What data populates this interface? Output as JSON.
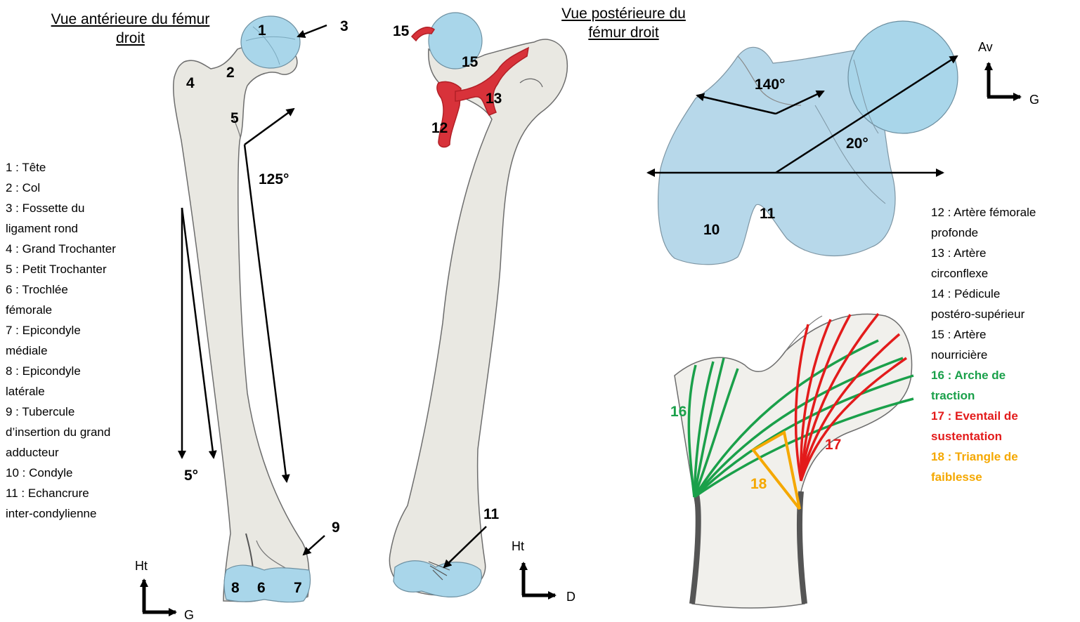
{
  "titles": {
    "anterior_line1": "Vue antérieure du fémur",
    "anterior_line2": "droit",
    "posterior_line1": "Vue postérieure du",
    "posterior_line2": "fémur droit"
  },
  "legend_left": [
    "1 : Tête",
    "2 : Col",
    "3 : Fossette du",
    "ligament rond",
    "4 : Grand Trochanter",
    "5 : Petit Trochanter",
    "6 : Trochlée",
    "fémorale",
    "7 : Epicondyle",
    "médiale",
    "8 : Epicondyle",
    "latérale",
    "9 : Tubercule",
    "d’insertion du grand",
    "adducteur",
    "10 : Condyle",
    "11 : Echancrure",
    "inter-condylienne"
  ],
  "legend_right": [
    {
      "text": "12 : Artère fémorale",
      "color": "#000000",
      "bold": false
    },
    {
      "text": "profonde",
      "color": "#000000",
      "bold": false
    },
    {
      "text": "13 : Artère",
      "color": "#000000",
      "bold": false
    },
    {
      "text": "circonflexe",
      "color": "#000000",
      "bold": false
    },
    {
      "text": "14 : Pédicule",
      "color": "#000000",
      "bold": false
    },
    {
      "text": "postéro-supérieur",
      "color": "#000000",
      "bold": false
    },
    {
      "text": "15 : Artère",
      "color": "#000000",
      "bold": false
    },
    {
      "text": "nourricière",
      "color": "#000000",
      "bold": false
    },
    {
      "text": "16 : Arche de",
      "color": "#1aa04a",
      "bold": true
    },
    {
      "text": "traction",
      "color": "#1aa04a",
      "bold": true
    },
    {
      "text": "17 : Eventail de",
      "color": "#e31b1b",
      "bold": true
    },
    {
      "text": "sustentation",
      "color": "#e31b1b",
      "bold": true
    },
    {
      "text": "18 : Triangle de",
      "color": "#f5a800",
      "bold": true
    },
    {
      "text": "faiblesse",
      "color": "#f5a800",
      "bold": true
    }
  ],
  "labels": {
    "n1": "1",
    "n2": "2",
    "n3": "3",
    "n4": "4",
    "n5": "5",
    "n6": "6",
    "n7": "7",
    "n8": "8",
    "n9": "9",
    "n10": "10",
    "n11a": "11",
    "n11b": "11",
    "n12": "12",
    "n13": "13",
    "n15a": "15",
    "n15b": "15",
    "n16": "16",
    "n17": "17",
    "n18": "18"
  },
  "angles": {
    "neck_shaft": "125°",
    "valgus": "5°",
    "torsion_140": "140°",
    "anteversion": "20°"
  },
  "axes": {
    "ht1": "Ht",
    "g1": "G",
    "ht2": "Ht",
    "d2": "D",
    "av3": "Av",
    "g3": "G"
  },
  "colors": {
    "bone": "#e9e8e2",
    "bone_stroke": "#6d6d6d",
    "cartilage": "#a9d6ea",
    "artery": "#d8323a",
    "traction": "#1aa04a",
    "sustentation": "#e31b1b",
    "weakness": "#f5a800"
  }
}
